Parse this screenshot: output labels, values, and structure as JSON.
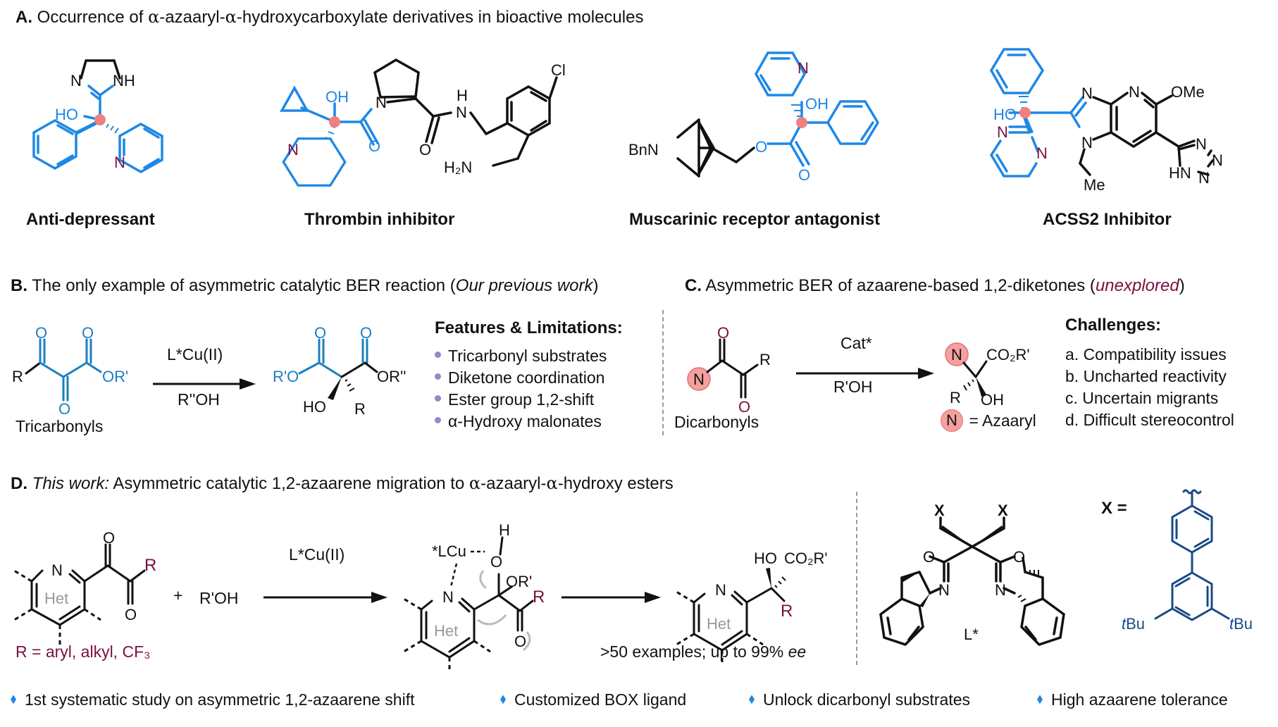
{
  "sectionA": {
    "letter": "A.",
    "title_pre": " Occurrence of ",
    "alpha1": "α",
    "title_mid": "-azaaryl-",
    "alpha2": "α",
    "title_post": "-hydroxycarboxylate derivatives in bioactive molecules",
    "molecules": [
      {
        "label": "Anti-depressant"
      },
      {
        "label": "Thrombin inhibitor"
      },
      {
        "label": "Muscarinic receptor antagonist"
      },
      {
        "label": "ACSS2 Inhibitor"
      }
    ],
    "atoms": {
      "N": "N",
      "NH": "NH",
      "HO": "HO",
      "OH": "OH",
      "O": "O",
      "H": "H",
      "Cl": "Cl",
      "H2N": "H₂N",
      "BnN": "BnN",
      "OMe": "OMe",
      "Me": "Me",
      "HN": "HN"
    }
  },
  "sectionB": {
    "letter": "B.",
    "title": " The only example of asymmetric catalytic BER reaction (",
    "title_italic": "Our previous work",
    "title_close": ")",
    "reagent_top": "L*Cu(II)",
    "reagent_bottom": "R''OH",
    "substrate_label": "Tricarbonyls",
    "atoms": {
      "R": "R",
      "OR1": "OR'",
      "R1O": "R'O",
      "OR2": "OR''",
      "HO": "HO",
      "O": "O"
    },
    "features_title": "Features & Limitations:",
    "features": [
      "Tricarbonyl substrates",
      "Diketone coordination",
      "Ester group 1,2-shift",
      "α-Hydroxy malonates"
    ]
  },
  "sectionC": {
    "letter": "C.",
    "title": " Asymmetric BER of azaarene-based 1,2-diketones (",
    "title_italic": "unexplored",
    "title_close": ")",
    "reagent_top": "Cat*",
    "reagent_bottom": "R'OH",
    "substrate_label": "Dicarbonyls",
    "atoms": {
      "N": "N",
      "R": "R",
      "O": "O",
      "CO2R": "CO₂R'",
      "OH": "OH"
    },
    "legend": "= Azaaryl",
    "challenges_title": "Challenges:",
    "challenges": [
      "a. Compatibility issues",
      "b. Uncharted reactivity",
      "c. Uncertain migrants",
      "d. Difficult stereocontrol"
    ]
  },
  "sectionD": {
    "letter": "D.",
    "title_italic": "This work:",
    "title_pre": " Asymmetric catalytic 1,2-azaarene migration to ",
    "alpha1": "α",
    "title_mid": "-azaaryl-",
    "alpha2": "α",
    "title_post": "-hydroxy esters",
    "plus": "+",
    "alcohol": "R'OH",
    "reagent_top": "L*Cu(II)",
    "atoms": {
      "N": "N",
      "Het": "Het",
      "R": "R",
      "O": "O",
      "H": "H",
      "LCu": "*LCu",
      "OR": "OR'",
      "HO": "HO",
      "CO2R": "CO₂R'"
    },
    "r_definition": "R = aryl, alkyl, CF₃",
    "result_pre": ">50 examples; up to 99% ",
    "result_ee": "ee",
    "ligand_label": "L*",
    "x_label": "X",
    "x_equals": "X =",
    "tbu": "tBu"
  },
  "highlights": [
    "1st systematic study on asymmetric 1,2-azaarene shift",
    "Customized BOX ligand",
    "Unlock dicarbonyl substrates",
    "High azaarene tolerance"
  ],
  "colors": {
    "blue": "#1E88E5",
    "teal": "#1A7FC0",
    "maroon": "#7A1040",
    "pink_dot": "#F08080",
    "navy": "#1B4A85",
    "bullet": "#8C8CC8",
    "separator": "#9A9A9A"
  }
}
